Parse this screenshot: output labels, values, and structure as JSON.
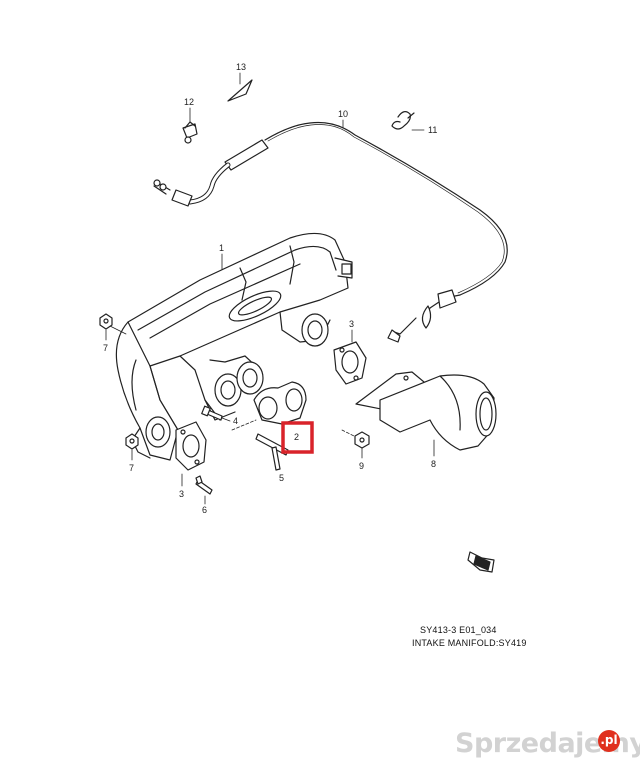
{
  "callouts": {
    "c1": "1",
    "c2": "2",
    "c3a": "3",
    "c3b": "3",
    "c4": "4",
    "c5": "5",
    "c6": "6",
    "c7a": "7",
    "c7b": "7",
    "c8": "8",
    "c9": "9",
    "c10": "10",
    "c11": "11",
    "c12": "12",
    "c13": "13"
  },
  "caption": {
    "code": "SY413-3 E01_034",
    "title": "INTAKE MANIFOLD:SY419"
  },
  "watermark": {
    "text": "Sprzedajemy",
    "badge": ".pl"
  },
  "highlight_color": "#d9232a"
}
